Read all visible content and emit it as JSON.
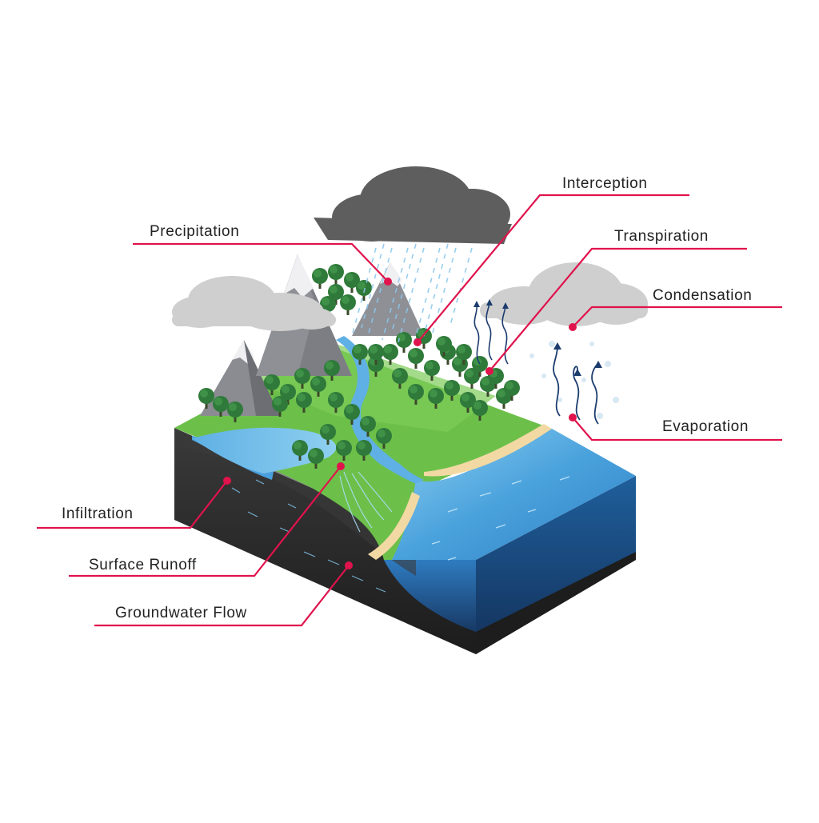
{
  "labels": {
    "precipitation": "Precipitation",
    "interception": "Interception",
    "transpiration": "Transpiration",
    "condensation": "Condensation",
    "evaporation": "Evaporation",
    "infiltration": "Infiltration",
    "surface_runoff": "Surface Runoff",
    "groundwater_flow": "Groundwater Flow"
  },
  "colors": {
    "leader": "#e0134c",
    "grass": "#6cc04a",
    "ocean": "#3a8fd0",
    "soil": "#2b2b2b",
    "cloud_dark": "#5e5e5e",
    "cloud_light": "#cfcfcf",
    "mountain": "#8a8c92"
  }
}
